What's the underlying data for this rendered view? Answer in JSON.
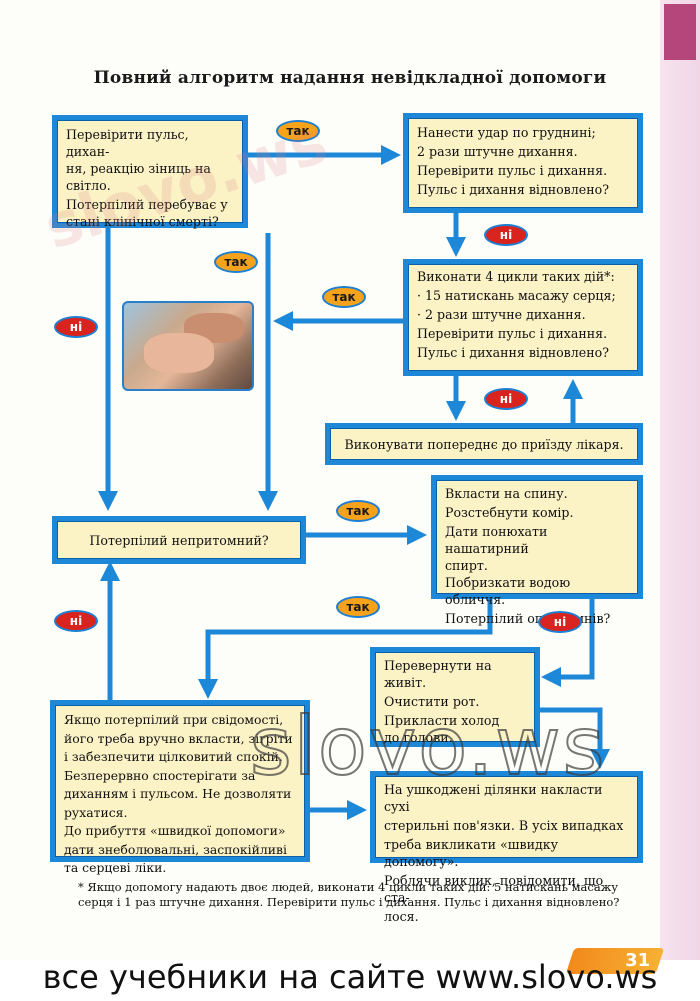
{
  "title": "Повний алгоритм надання невідкладної допомоги",
  "labels": {
    "yes": "так",
    "no": "ні"
  },
  "boxes": {
    "check_pulse": [
      "Перевірити пульс, дихан-",
      "ня, реакцію зіниць на",
      "світло.",
      "Потерпілий перебуває у",
      "стані клінічної смерті?"
    ],
    "chest_blow": [
      "Нанести удар по груднині;",
      "2 рази штучне дихання.",
      "Перевірити пульс і дихання.",
      "Пульс і дихання відновлено?"
    ],
    "four_cycles": [
      "Виконати 4 цикли таких дій*:",
      "· 15 натискань масажу серця;",
      "· 2 рази штучне дихання.",
      "Перевірити пульс і дихання.",
      "Пульс і дихання відновлено?"
    ],
    "continue": "Виконувати попереднє до приїзду лікаря.",
    "unconscious": "Потерпілий непритомний?",
    "lay_back": [
      "Вкласти на спину.",
      "Розстебнути комір.",
      "Дати понюхати нашатирний",
      "спирт.",
      "Побризкати водою обличчя.",
      "Потерпілий опритомнів?"
    ],
    "turn_over": [
      "Перевернути на",
      "живіт.",
      "Очистити рот.",
      "Прикласти холод",
      "до голови."
    ],
    "conscious": [
      "Якщо потерпілий при свідомості,",
      "його треба вручно вкласти, зігріти",
      "і забезпечити цілковитий спокій.",
      "Безперервно спостерігати за",
      "диханням і пульсом. Не дозволяти",
      "рухатися.",
      "До прибуття «швидкої допомоги»",
      "дати знеболювальні, заспокійливі",
      "та серцеві ліки."
    ],
    "dressings": [
      "На ушкоджені ділянки накласти сухі",
      "стерильні пов'язки. В усіх випадках",
      "треба викликати «швидку допомогу».",
      "Роблячи виклик, повідомити, що ста-",
      "лося."
    ]
  },
  "footnote": "* Якщо допомогу надають двоє людей, виконати 4 цикли таких дій: 5 натискань масажу серця і 1 раз штучне дихання. Перевірити пульс і дихання. Пульс і дихання відновлено?",
  "watermark": "slovo.ws",
  "bottom_banner": "все учебники на сайте www.slovo.ws",
  "page_number": "31",
  "colors": {
    "arrow": "#1e88d8",
    "box_fill": "#fbf2c6",
    "yes_pill": "#f7a21b",
    "no_pill": "#d9231f"
  }
}
